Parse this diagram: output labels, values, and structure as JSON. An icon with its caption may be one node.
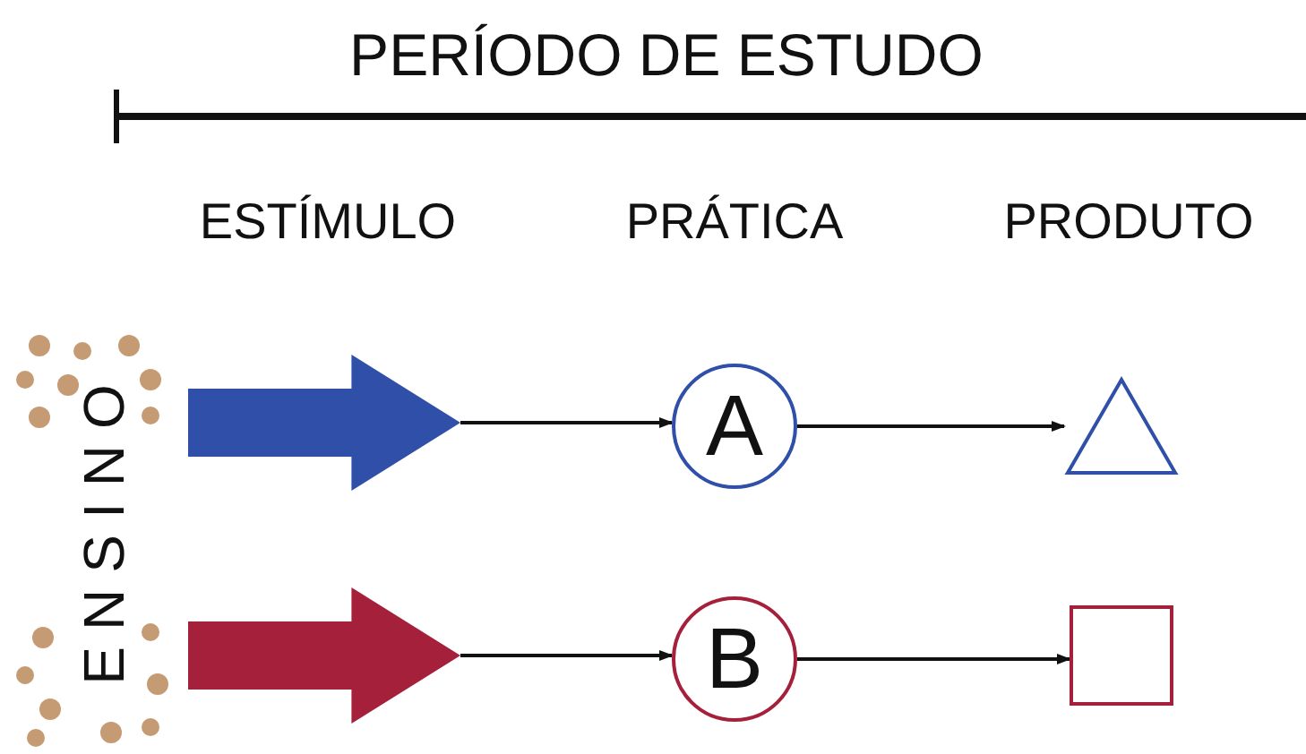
{
  "diagram": {
    "title": "PERÍODO DE ESTUDO",
    "nodes": [
      {
        "text": [
          "ENSINO"
        ]
      },
      {
        "text": [],
        "shape": "arrow"
      },
      {
        "text": [
          "A"
        ]
      },
      {
        "text": [],
        "shape": "triangle"
      },
      {
        "text": [],
        "shape": "arrow"
      },
      {
        "text": [
          "B"
        ]
      },
      {
        "text": [],
        "shape": "box"
      }
    ],
    "edges": [
      {
        "from": 1,
        "to": 2,
        "arrow": "to"
      },
      {
        "from": 2,
        "to": 3,
        "arrow": "to"
      },
      {
        "from": 4,
        "to": 5,
        "arrow": "to"
      },
      {
        "from": 5,
        "to": 6,
        "arrow": "to"
      }
    ],
    "labels": [
      "ESTÍMULO",
      "PRÁTICA",
      "PRODUTO"
    ]
  }
}
